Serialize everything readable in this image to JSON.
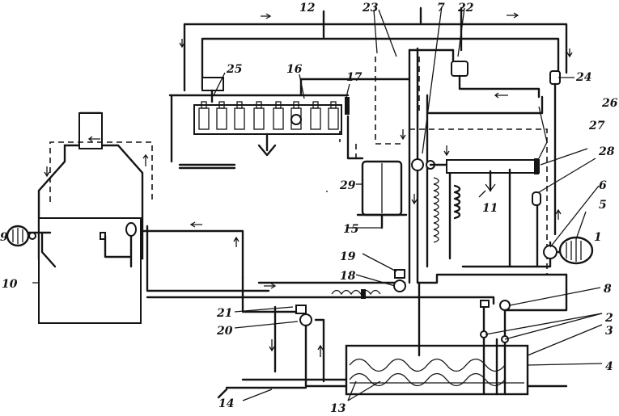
{
  "diagram": {
    "labels": [
      {
        "id": "n1",
        "text": "1"
      },
      {
        "id": "n2",
        "text": "2"
      },
      {
        "id": "n3",
        "text": "3"
      },
      {
        "id": "n4",
        "text": "4"
      },
      {
        "id": "n5",
        "text": "5"
      },
      {
        "id": "n6",
        "text": "6"
      },
      {
        "id": "n7",
        "text": "7"
      },
      {
        "id": "n8",
        "text": "8"
      },
      {
        "id": "n9",
        "text": "9"
      },
      {
        "id": "n10",
        "text": "10"
      },
      {
        "id": "n11",
        "text": "11"
      },
      {
        "id": "n12",
        "text": "12"
      },
      {
        "id": "n13",
        "text": "13"
      },
      {
        "id": "n14",
        "text": "14"
      },
      {
        "id": "n15",
        "text": "15"
      },
      {
        "id": "n16",
        "text": "16"
      },
      {
        "id": "n17",
        "text": "17"
      },
      {
        "id": "n18",
        "text": "18"
      },
      {
        "id": "n19",
        "text": "19"
      },
      {
        "id": "n20",
        "text": "20"
      },
      {
        "id": "n21",
        "text": "21"
      },
      {
        "id": "n22",
        "text": "22"
      },
      {
        "id": "n23",
        "text": "23"
      },
      {
        "id": "n24",
        "text": "24"
      },
      {
        "id": "n25",
        "text": "25"
      },
      {
        "id": "n26",
        "text": "26"
      },
      {
        "id": "n27",
        "text": "27"
      },
      {
        "id": "n28",
        "text": "28"
      },
      {
        "id": "n29",
        "text": "29"
      }
    ],
    "components": {
      "boiler": "boiler-heater",
      "filter": "fuel-filter",
      "tank": "fuel-tank",
      "pump_block": "injection-pump",
      "heat_exchanger": "heat-exchanger-coil"
    },
    "colors": {
      "line": "#141414",
      "background": "#ffffff"
    }
  }
}
